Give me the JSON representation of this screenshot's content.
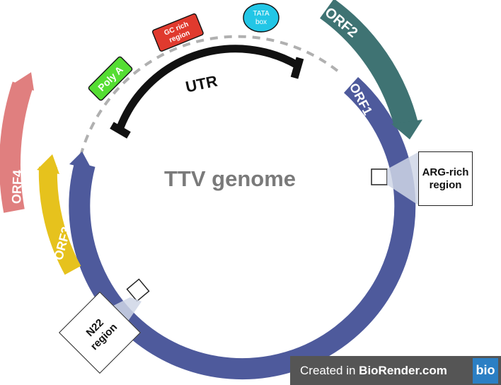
{
  "diagram": {
    "center_label": "TTV genome",
    "utr_label": "UTR",
    "colors": {
      "orf1": "#4e5a9c",
      "orf2": "#3f7373",
      "orf3": "#e6c21d",
      "orf4": "#e07f7f",
      "poly_a": "#55dd33",
      "gc_rich": "#e03a2e",
      "tata_box": "#22c6e6",
      "utr": "#111111",
      "dash": "#b0b0b0"
    },
    "orfs": [
      {
        "id": "orf1",
        "label": "ORF1"
      },
      {
        "id": "orf2",
        "label": "ORF2"
      },
      {
        "id": "orf3",
        "label": "ORF3"
      },
      {
        "id": "orf4",
        "label": "ORF4"
      }
    ],
    "elements": {
      "poly_a": "Poly A",
      "gc_rich_line1": "GC rich",
      "gc_rich_line2": "region",
      "tata_line1": "TATA",
      "tata_line2": "box"
    },
    "callouts": {
      "arg_rich": "ARG-rich\nregion",
      "n22": "N22\nregion"
    }
  },
  "watermark": {
    "prefix": "Created in ",
    "brand": "BioRender.com",
    "logo": "bio"
  }
}
